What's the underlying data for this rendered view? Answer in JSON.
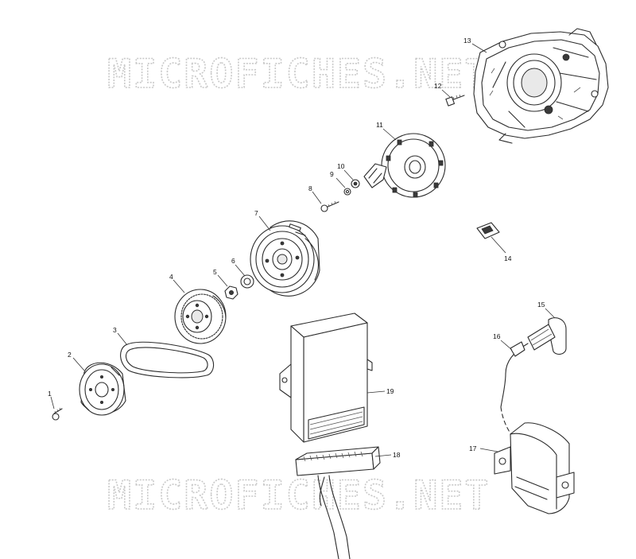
{
  "watermark": {
    "text": "MICROFICHES.NET"
  },
  "parts": [
    {
      "ref": "1"
    },
    {
      "ref": "2"
    },
    {
      "ref": "3"
    },
    {
      "ref": "4"
    },
    {
      "ref": "5"
    },
    {
      "ref": "6"
    },
    {
      "ref": "7"
    },
    {
      "ref": "8"
    },
    {
      "ref": "9"
    },
    {
      "ref": "10"
    },
    {
      "ref": "11"
    },
    {
      "ref": "12"
    },
    {
      "ref": "13"
    },
    {
      "ref": "14"
    },
    {
      "ref": "15"
    },
    {
      "ref": "16"
    },
    {
      "ref": "17"
    },
    {
      "ref": "18"
    },
    {
      "ref": "19"
    }
  ]
}
